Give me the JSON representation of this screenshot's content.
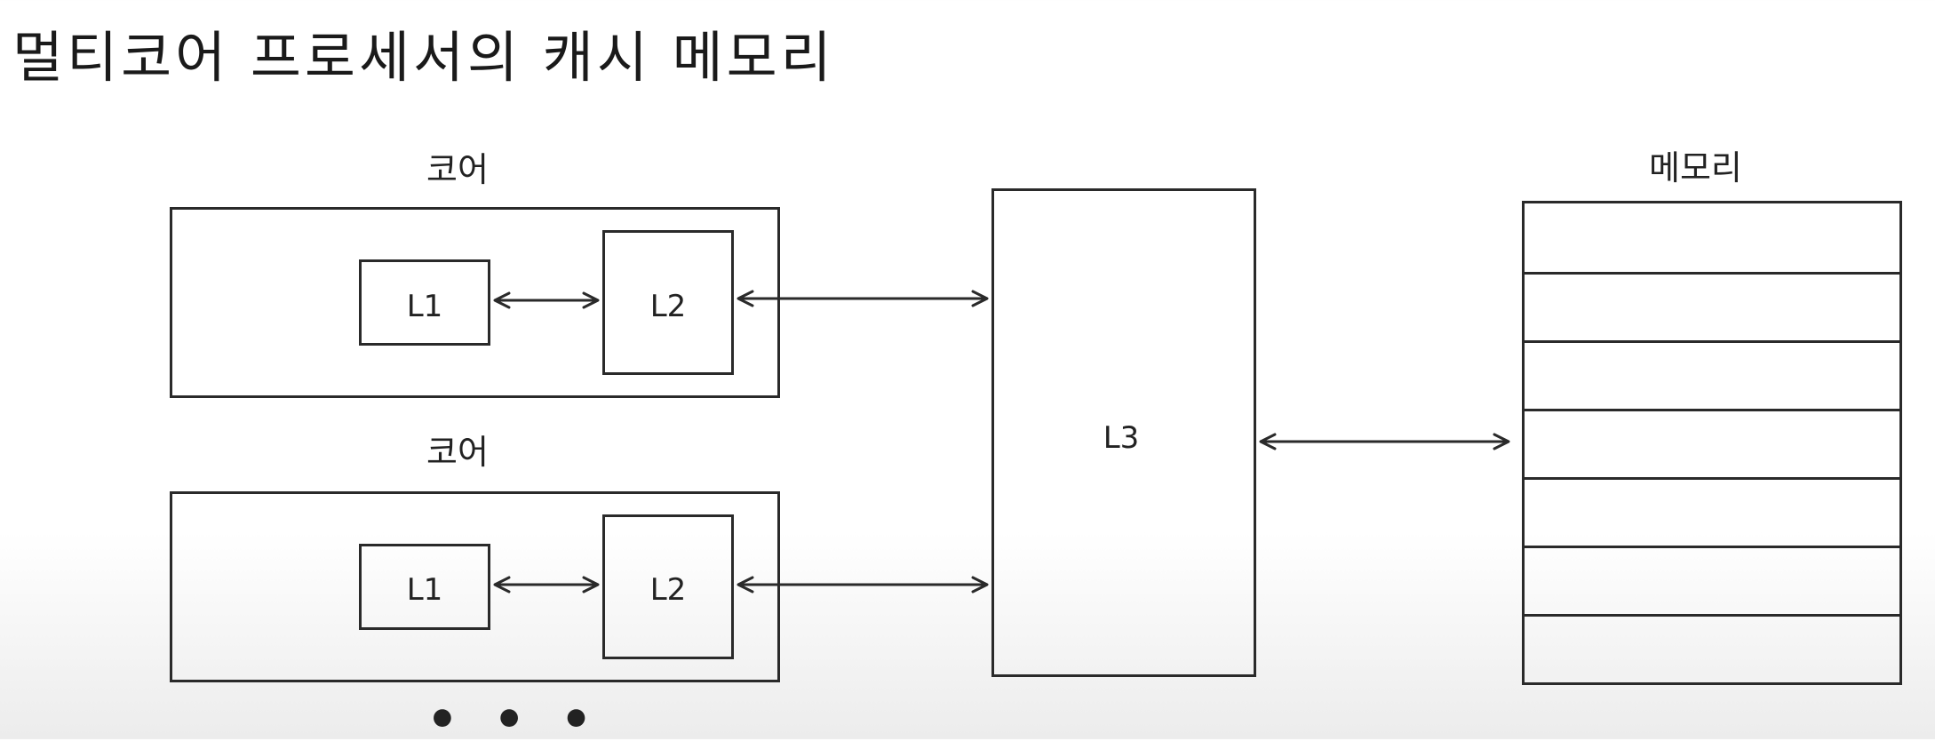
{
  "title": "멀티코어 프로세서의 캐시 메모리",
  "cores": [
    {
      "label": "코어",
      "l1": "L1",
      "l2": "L2"
    },
    {
      "label": "코어",
      "l1": "L1",
      "l2": "L2"
    }
  ],
  "l3": {
    "label": "L3"
  },
  "memory": {
    "label": "메모리",
    "rows": 7
  },
  "ellipsis": "• • •",
  "colors": {
    "stroke": "#2a2a2a",
    "background": "#ffffff"
  }
}
